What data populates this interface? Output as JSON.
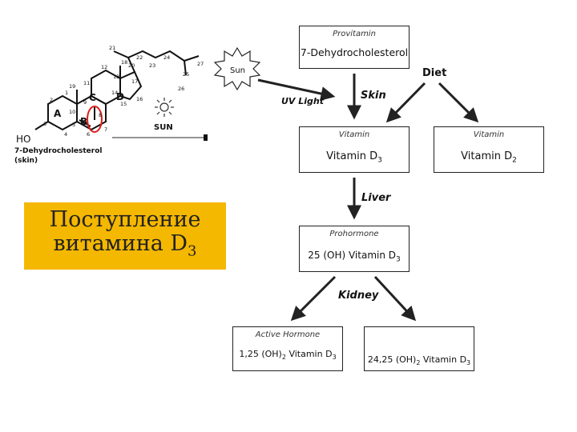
{
  "title": {
    "line1": "Поступление",
    "line2_text": "витамина D",
    "line2_sub": "3"
  },
  "molecule": {
    "ring_labels": [
      "A",
      "B",
      "C",
      "D"
    ],
    "atom_numbers": [
      "1",
      "2",
      "3",
      "4",
      "5",
      "6",
      "7",
      "8",
      "9",
      "10",
      "11",
      "12",
      "13",
      "14",
      "15",
      "16",
      "17",
      "18",
      "19",
      "20",
      "21",
      "22",
      "23",
      "24",
      "25",
      "26",
      "27"
    ],
    "ho": "HO",
    "name_line1": "7-Dehydrocholesterol",
    "name_line2": "(skin)",
    "sun_label": "SUN"
  },
  "flow": {
    "sun_burst": "Sun",
    "uv": "UV Light",
    "skin": "Skin",
    "diet": "Diet",
    "liver": "Liver",
    "kidney": "Kidney",
    "provitamin": {
      "caption": "Provitamin",
      "text": "7-Dehydrocholesterol"
    },
    "vitamin_d3": {
      "caption": "Vitamin",
      "text": "Vitamin D",
      "sub": "3"
    },
    "vitamin_d2": {
      "caption": "Vitamin",
      "text": "Vitamin D",
      "sub": "2"
    },
    "prohormone": {
      "caption": "Prohormone",
      "text": "25 (OH) Vitamin D",
      "sub": "3"
    },
    "active": {
      "caption": "Active Hormone",
      "pre": "1,25 (OH)",
      "pre_sub": "2",
      "mid": " Vitamin D",
      "sub": "3"
    },
    "inactive": {
      "pre": "24,25 (OH)",
      "pre_sub": "2",
      "mid": " Vitamin D",
      "sub": "3"
    }
  }
}
